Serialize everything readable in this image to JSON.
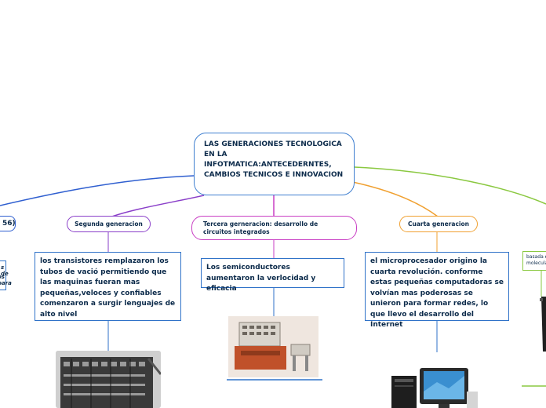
{
  "central": {
    "title": "LAS GENERACIONES TECNOLOGICA EN LA INFOTMATICA:ANTECEDERNTES, CAMBIOS TECNICOS E INNOVACION"
  },
  "left_partial": {
    "title_fragment": "56)",
    "text_fragment_1": "s de",
    "text_fragment_2": "os para"
  },
  "branches": [
    {
      "label": "Segunda generacion",
      "color": "#8a3fc9",
      "detail": "los transistores remplazaron los tubos de vació permitiendo que las maquinas fueran mas pequeñas,veloces y confiables comenzaron a surgir lenguajes de alto nivel",
      "detail_color": "#2f72c8",
      "image": "second-generation-computer-photo"
    },
    {
      "label": "Tercera gerneracion: desarrollo de circuitos integrados",
      "color": "#c93fc4",
      "detail": "Los semiconductores aumentaron la verlocidad y eficacia",
      "detail_color": "#2f72c8",
      "image": "third-generation-computer-photo"
    },
    {
      "label": "Cuarta generacion",
      "color": "#f0a030",
      "detail": "el microprocesador origino la cuarta revolución. conforme estas pequeñas computadoras se volvían mas poderosas se unieron para formar redes, lo que llevo el desarrollo del Internet",
      "detail_color": "#2f72c8",
      "image": "fourth-generation-computer-photo"
    },
    {
      "label": "",
      "color": "#8ac840",
      "detail": "basada e molecula",
      "detail_color": "#8ac840",
      "image": "fifth-generation-photo"
    }
  ],
  "colors": {
    "left_branch": "#2f5fd0",
    "second": "#8a3fc9",
    "third": "#c93fc4",
    "fourth": "#f0a030",
    "fifth": "#8ac840"
  }
}
